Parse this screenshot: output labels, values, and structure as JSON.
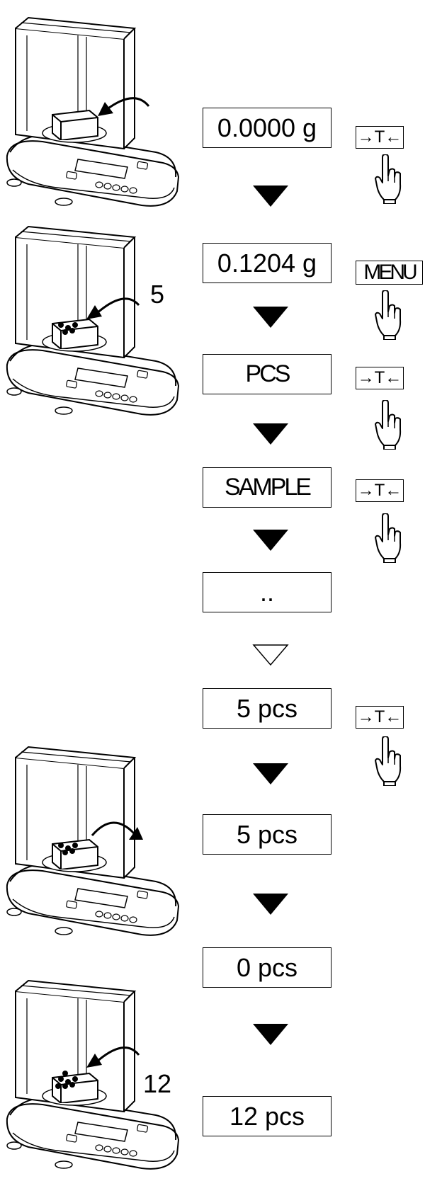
{
  "steps": [
    {
      "display": "0.0000 g",
      "key": "→T←"
    },
    {
      "display": "0.1204 g",
      "key": "MENU"
    },
    {
      "display": "PCS",
      "key": "→T←"
    },
    {
      "display": "SAMPLE",
      "key": "→T←"
    },
    {
      "display": ".."
    },
    {
      "display": "5 pcs",
      "key": "→T←"
    },
    {
      "display": "5 pcs"
    },
    {
      "display": "0 pcs"
    },
    {
      "display": "12 pcs"
    }
  ],
  "scale_labels": {
    "sample_count": "5",
    "final_count": "12"
  },
  "icons": {
    "balance": "analytical-balance-icon",
    "hand": "pointing-hand-icon",
    "arrow_filled": "filled-down-triangle-icon",
    "arrow_outline": "outline-down-triangle-icon"
  }
}
